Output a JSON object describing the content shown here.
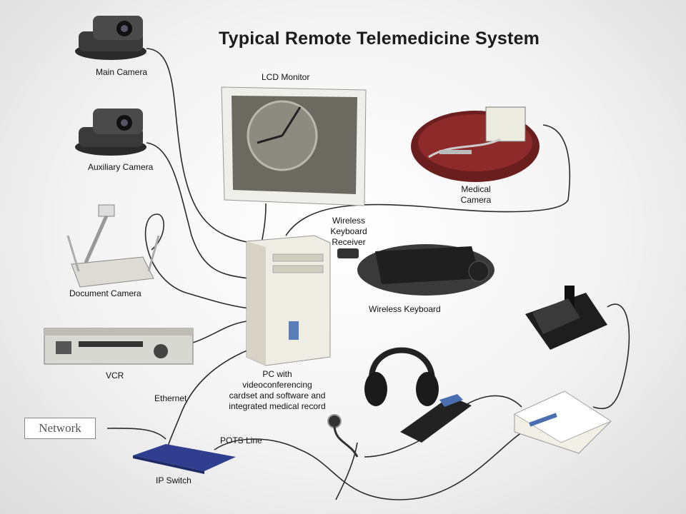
{
  "title": "Typical Remote Telemedicine System",
  "labels": {
    "main_camera": "Main Camera",
    "auxiliary_camera": "Auxiliary Camera",
    "document_camera": "Document Camera",
    "vcr": "VCR",
    "ethernet": "Ethernet",
    "network": "Network",
    "ip_switch": "IP Switch",
    "pots_line": "POTS Line",
    "lcd_monitor": "LCD Monitor",
    "medical_camera": "Medical Camera",
    "wireless_keyboard_receiver": "Wireless Keyboard Receiver",
    "wireless_keyboard": "Wireless Keyboard",
    "pc": "PC with videoconferencing cardset and software and integrated medical record"
  },
  "colors": {
    "line": "#2b2b2b",
    "device_dark": "#2a2a2a",
    "device_light": "#e9e6dc",
    "switch_blue": "#2f3e8f"
  }
}
